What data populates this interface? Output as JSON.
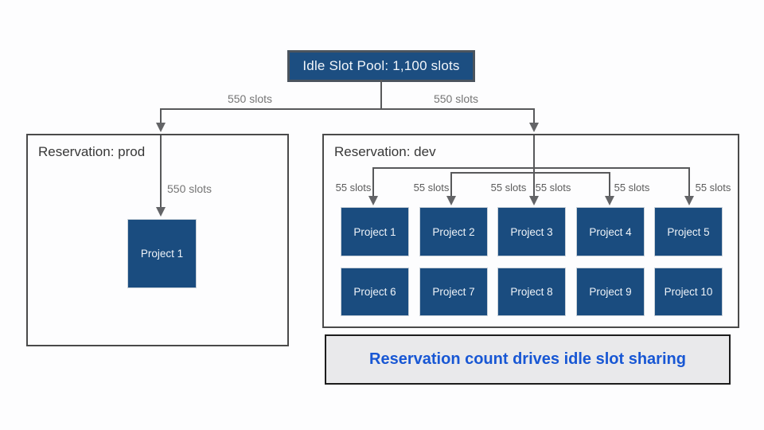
{
  "pool": {
    "label": "Idle Slot Pool: 1,100 slots"
  },
  "distribution": {
    "left_label": "550 slots",
    "right_label": "550 slots"
  },
  "prod": {
    "title": "Reservation: prod",
    "slot_label": "550 slots",
    "project": "Project 1"
  },
  "dev": {
    "title": "Reservation: dev",
    "slot_labels": [
      "55 slots",
      "55 slots",
      "55 slots",
      "55 slots",
      "55 slots",
      "55 slots"
    ],
    "projects_row1": [
      "Project 1",
      "Project 2",
      "Project 3",
      "Project 4",
      "Project 5"
    ],
    "projects_row2": [
      "Project 6",
      "Project 7",
      "Project 8",
      "Project 9",
      "Project 10"
    ]
  },
  "caption": {
    "text": "Reservation count drives idle slot sharing"
  },
  "colors": {
    "box_navy": "#1a4c7f",
    "pool_border": "#4b545e",
    "line_gray": "#58595b",
    "label_gray": "#757575",
    "reservation_border": "#4a4a4a",
    "caption_blue": "#1857d4",
    "caption_bg": "#e9e9eb"
  }
}
